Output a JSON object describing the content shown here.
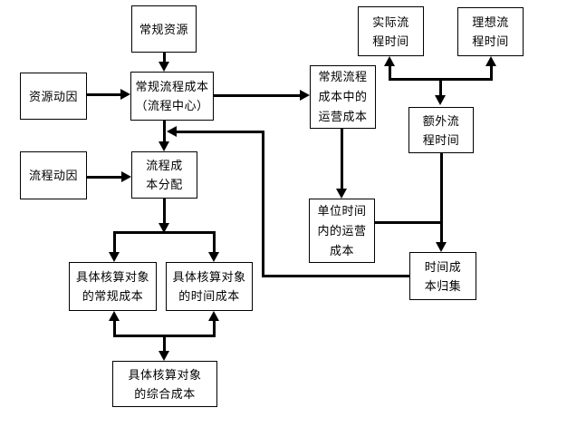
{
  "diagram": {
    "type": "flowchart",
    "nodes": {
      "regular_resources": {
        "label": "常规资源"
      },
      "resource_driver": {
        "label": "资源动因"
      },
      "regular_process_cost": {
        "label": "常规流程成本\n（流程中心）"
      },
      "process_driver": {
        "label": "流程动因"
      },
      "process_cost_allocation": {
        "label": "流程成\n本分配"
      },
      "actual_process_time": {
        "label": "实际流\n程时间"
      },
      "ideal_process_time": {
        "label": "理想流\n程时间"
      },
      "operating_cost_regular": {
        "label": "常规流程\n成本中的\n运营成本"
      },
      "extra_process_time": {
        "label": "额外流\n程时间"
      },
      "unit_time_operating_cost": {
        "label": "单位时间\n内的运营\n成本"
      },
      "time_cost_collection": {
        "label": "时间成\n本归集"
      },
      "specific_regular_cost": {
        "label": "具体核算对象\n的常规成本"
      },
      "specific_time_cost": {
        "label": "具体核算对象\n的时间成本"
      },
      "specific_comprehensive_cost": {
        "label": "具体核算对象\n的综合成本"
      }
    },
    "edges": [
      {
        "from": "regular_resources",
        "to": "regular_process_cost"
      },
      {
        "from": "resource_driver",
        "to": "regular_process_cost"
      },
      {
        "from": "regular_process_cost",
        "to": "operating_cost_regular"
      },
      {
        "from": "regular_process_cost",
        "to": "process_cost_allocation"
      },
      {
        "from": "time_cost_collection",
        "to": "process_cost_allocation"
      },
      {
        "from": "process_driver",
        "to": "process_cost_allocation"
      },
      {
        "from": "process_cost_allocation",
        "to": "specific_regular_cost"
      },
      {
        "from": "process_cost_allocation",
        "to": "specific_time_cost"
      },
      {
        "from": "specific_regular_cost",
        "to": "specific_comprehensive_cost"
      },
      {
        "from": "specific_time_cost",
        "to": "specific_comprehensive_cost"
      },
      {
        "from": "extra_process_time",
        "to": "actual_process_time"
      },
      {
        "from": "extra_process_time",
        "to": "ideal_process_time"
      },
      {
        "from": "operating_cost_regular",
        "to": "unit_time_operating_cost"
      },
      {
        "from": "unit_time_operating_cost",
        "to": "time_cost_collection"
      },
      {
        "from": "extra_process_time",
        "to": "time_cost_collection"
      }
    ]
  },
  "colors": {
    "background": "#ffffff",
    "line": "#000000",
    "box_fill": "#ffffff",
    "text": "#000000"
  }
}
